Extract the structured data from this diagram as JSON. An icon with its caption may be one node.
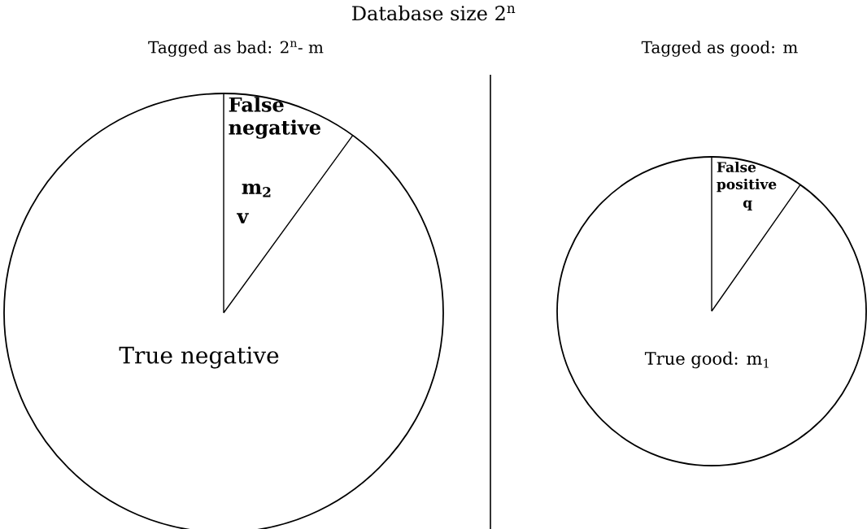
{
  "diagram": {
    "title": "Database size 2$^{n}$",
    "nodes": [
      {
        "text": [
          "True negative"
        ]
      },
      {
        "text": [
          "False negative",
          "m$_{2}$",
          "v"
        ],
        "in": 0
      },
      {
        "text": [
          "True good: m$_{1}$"
        ]
      },
      {
        "text": [
          "False positive",
          "q"
        ],
        "in": 2
      }
    ],
    "labels": [
      "Tagged as bad: 2$^{n}$- m",
      "Tagged as good: m"
    ]
  }
}
